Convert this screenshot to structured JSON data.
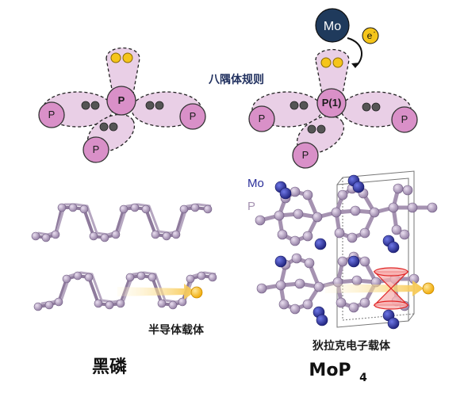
{
  "octet_rule_label": "八隅体规则",
  "atoms": {
    "p": "P",
    "p_central_left": "P",
    "p_central_right": "P(1)",
    "mo_donor": "Mo",
    "electron": "e",
    "electron_sup": "-"
  },
  "structure_legend": {
    "mo": "Mo",
    "p": "P"
  },
  "carrier_labels": {
    "semiconductor": "半导体载体",
    "dirac": "狄拉克电子载体"
  },
  "material_names": {
    "black_phosphorus": "黑磷",
    "mop4_base": "MoP",
    "mop4_sub": "4"
  },
  "colors": {
    "phosphorus": "#d990c8",
    "lobe_fill": "#e9cfe6",
    "mo_dark": "#1f3a5c",
    "electron": "#f5c51b",
    "mo_atom": "#2b2f9a",
    "p_atom": "#a592b1"
  }
}
